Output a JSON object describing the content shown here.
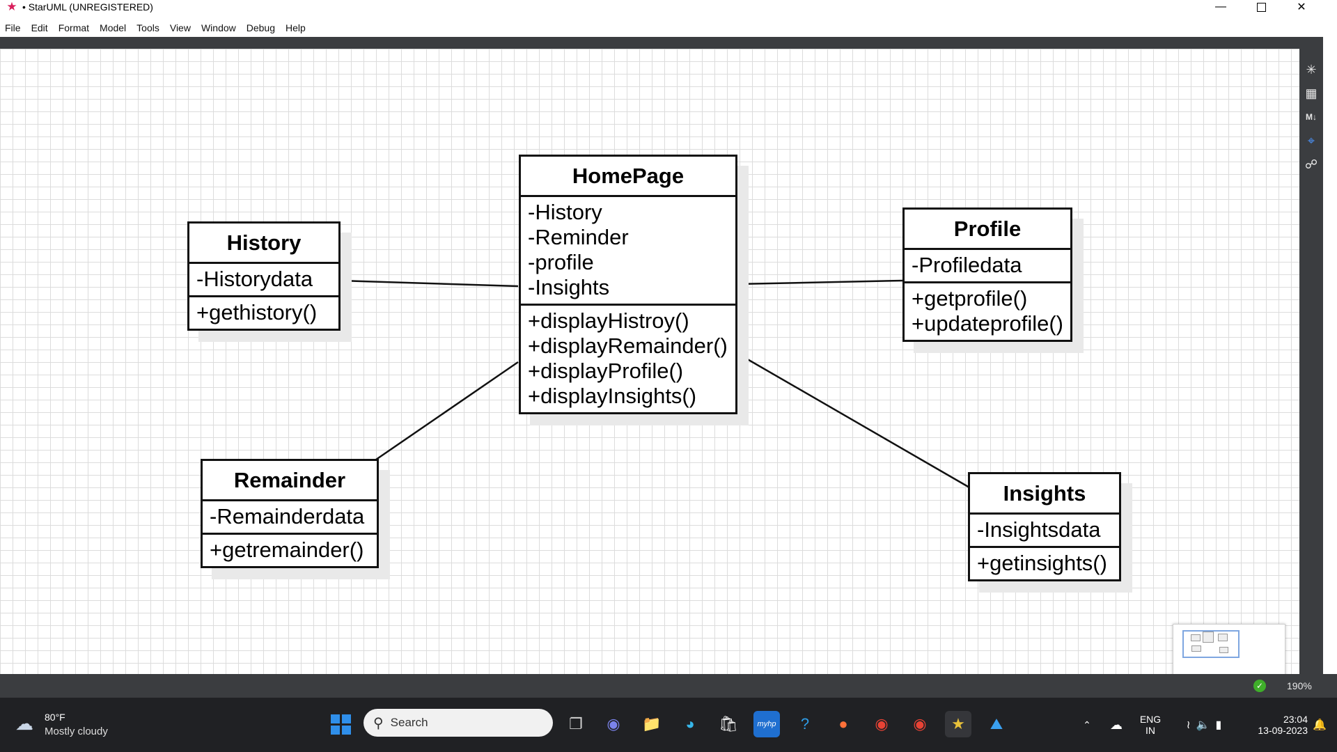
{
  "window": {
    "title": "• StarUML (UNREGISTERED)",
    "app_icon": "staruml-star-icon",
    "controls": [
      "minimize-icon",
      "maximize-icon",
      "close-icon"
    ]
  },
  "menu": [
    "File",
    "Edit",
    "Format",
    "Model",
    "Tools",
    "View",
    "Window",
    "Debug",
    "Help"
  ],
  "right_sidebar_icons": [
    "extensions-puzzle-icon",
    "layout-panels-icon",
    "markdown-icon",
    "navigator-crosshair-icon",
    "share-graph-icon"
  ],
  "diagram": {
    "classes": {
      "homepage": {
        "name": "HomePage",
        "attributes": [
          "-History",
          "-Reminder",
          "-profile",
          "-Insights"
        ],
        "operations": [
          "+displayHistroy()",
          "+displayRemainder()",
          "+displayProfile()",
          "+displayInsights()"
        ]
      },
      "history": {
        "name": "History",
        "attributes": [
          "-Historydata"
        ],
        "operations": [
          "+gethistory()"
        ]
      },
      "profile": {
        "name": "Profile",
        "attributes": [
          "-Profiledata"
        ],
        "operations": [
          "+getprofile()",
          "+updateprofile()"
        ]
      },
      "remainder": {
        "name": "Remainder",
        "attributes": [
          "-Remainderdata"
        ],
        "operations": [
          "+getremainder()"
        ]
      },
      "insights": {
        "name": "Insights",
        "attributes": [
          "-Insightsdata"
        ],
        "operations": [
          "+getinsights()"
        ]
      }
    },
    "associations": [
      {
        "from": "History",
        "to": "HomePage"
      },
      {
        "from": "HomePage",
        "to": "Profile"
      },
      {
        "from": "Remainder",
        "to": "HomePage"
      },
      {
        "from": "HomePage",
        "to": "Insights"
      }
    ]
  },
  "status": {
    "ok_icon": "validation-check-icon",
    "zoom": "190%"
  },
  "taskbar": {
    "weather_temp": "80°F",
    "weather_desc": "Mostly cloudy",
    "search_placeholder": "Search",
    "apps": [
      "windows-start-icon",
      "task-view-icon",
      "teams-meet-icon",
      "file-explorer-icon",
      "edge-icon",
      "store-icon",
      "myhp-icon",
      "help-icon",
      "firefox-icon",
      "chrome-icon",
      "chrome-profile-icon",
      "staruml-icon",
      "photos-icon"
    ],
    "tray_language": "ENG",
    "tray_region": "IN",
    "time": "23:04",
    "date": "13-09-2023"
  }
}
